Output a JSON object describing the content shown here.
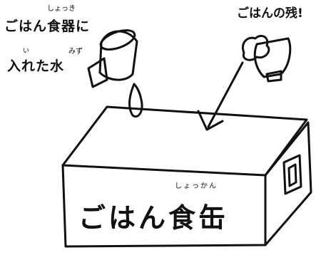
{
  "labels": {
    "poured_water_line1": "ごはん食器に",
    "poured_water_line1_ruby": "しょっき",
    "poured_water_line2": "入れた水",
    "poured_water_line2_ruby_i": "い",
    "poured_water_line2_ruby_mizu": "みず",
    "leftovers": "ごはんの残!",
    "box_label": "ごはん食缶",
    "box_label_ruby": "しょっかん"
  }
}
